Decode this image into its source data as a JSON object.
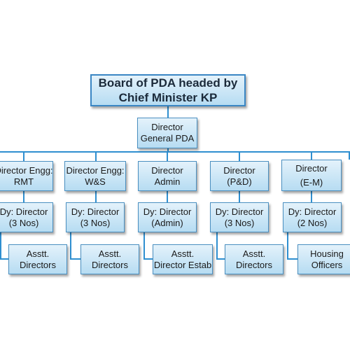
{
  "board": {
    "line1": "Board of PDA headed by",
    "line2": "Chief Minister KP"
  },
  "dg": {
    "line1": "Director",
    "line2": "General PDA"
  },
  "columns": [
    {
      "director": [
        "Director Engg:",
        "RMT"
      ],
      "deputy": [
        "Dy: Director",
        "(3 Nos)"
      ],
      "assistant": [
        "Asstt.",
        "Directors"
      ]
    },
    {
      "director": [
        "Director Engg:",
        "W&S"
      ],
      "deputy": [
        "Dy: Director",
        "(3 Nos)"
      ],
      "assistant": [
        "Asstt.",
        "Directors"
      ]
    },
    {
      "director": [
        "Director",
        "Admin"
      ],
      "deputy": [
        "Dy: Director",
        "(Admin)"
      ],
      "assistant": [
        "Asstt.",
        "Director Estab"
      ]
    },
    {
      "director": [
        "Director",
        "(P&D)"
      ],
      "deputy": [
        "Dy: Director",
        "(3 Nos)"
      ],
      "assistant": [
        "Asstt.",
        "Directors"
      ]
    },
    {
      "director": [
        "Director",
        "(E-M)"
      ],
      "deputy": [
        "Dy: Director",
        "(2 Nos)"
      ],
      "assistant": [
        "Housing",
        "Officers"
      ]
    }
  ],
  "colors": {
    "box_top": "#e4f2fb",
    "box_bottom": "#b6dcf2",
    "border": "#4a8fc0",
    "connector": "#2f8fd0"
  }
}
